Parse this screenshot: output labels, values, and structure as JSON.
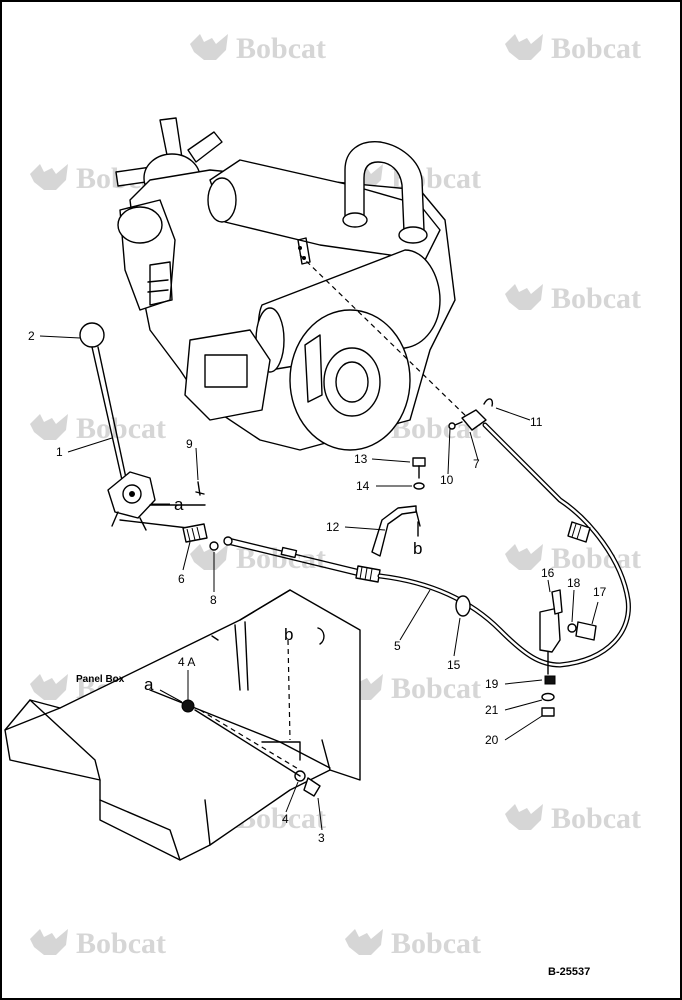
{
  "watermark": {
    "text": "Bobcat",
    "color": "#d6d6d6"
  },
  "callouts": [
    "1",
    "2",
    "3",
    "4",
    "5",
    "6",
    "7",
    "8",
    "9",
    "10",
    "11",
    "12",
    "13",
    "14",
    "15",
    "16",
    "17",
    "18",
    "19",
    "20",
    "21"
  ],
  "letters": {
    "a": "a",
    "b": "b"
  },
  "part4_marker": "4 A",
  "panel_box_label": "Panel Box",
  "drawing_number": "B-25537",
  "icons": [
    "bobcat-logo-icon"
  ]
}
